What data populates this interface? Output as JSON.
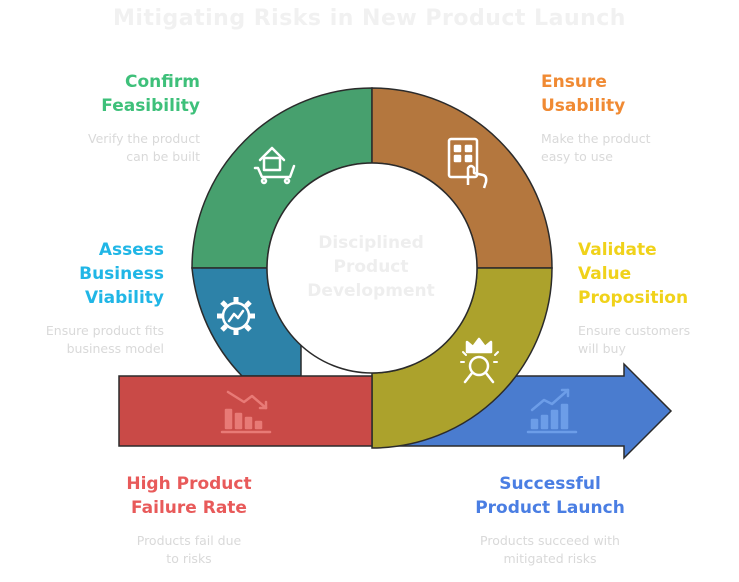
{
  "title": "Mitigating Risks in New Product Launch",
  "center": "Disciplined\nProduct\nDevelopment",
  "steps": {
    "feasibility": {
      "label": "Confirm\nFeasibility",
      "desc": "Verify the product\ncan be built",
      "color": "#3ec07a"
    },
    "usability": {
      "label": "Ensure\nUsability",
      "desc": "Make the product\neasy to use",
      "color": "#f08a33"
    },
    "viability": {
      "label": "Assess\nBusiness\nViability",
      "desc": "Ensure product fits\nbusiness model",
      "color": "#20b6e6"
    },
    "value": {
      "label": "Validate\nValue\nProposition",
      "desc": "Ensure customers\nwill buy",
      "color": "#f0d21a"
    },
    "failure": {
      "label": "High Product\nFailure Rate",
      "desc": "Products fail due\nto risks",
      "color": "#e85a5a"
    },
    "success": {
      "label": "Successful\nProduct Launch",
      "desc": "Products succeed with\nmitigated risks",
      "color": "#4a7ee3"
    }
  },
  "icons": [
    "home-cart-icon",
    "building-hand-icon",
    "gear-chart-icon",
    "crown-search-icon",
    "declining-chart-icon",
    "growth-chart-icon"
  ]
}
